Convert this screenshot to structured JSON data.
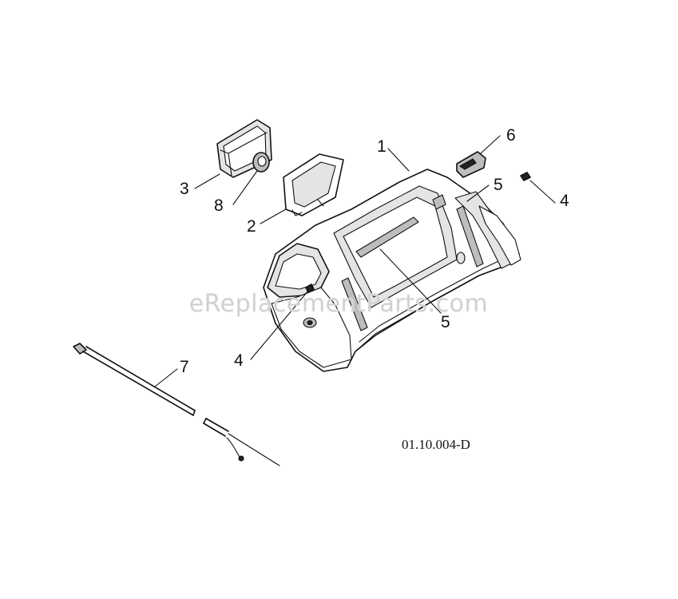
{
  "diagram": {
    "drawing_code": "01.10.004-D",
    "watermark": "eReplacementParts.com",
    "callouts": [
      {
        "id": "1",
        "label": "1"
      },
      {
        "id": "2",
        "label": "2"
      },
      {
        "id": "3",
        "label": "3"
      },
      {
        "id": "4a",
        "label": "4"
      },
      {
        "id": "4b",
        "label": "4"
      },
      {
        "id": "5a",
        "label": "5"
      },
      {
        "id": "5b",
        "label": "5"
      },
      {
        "id": "6",
        "label": "6"
      },
      {
        "id": "7",
        "label": "7"
      },
      {
        "id": "8",
        "label": "8"
      }
    ]
  }
}
